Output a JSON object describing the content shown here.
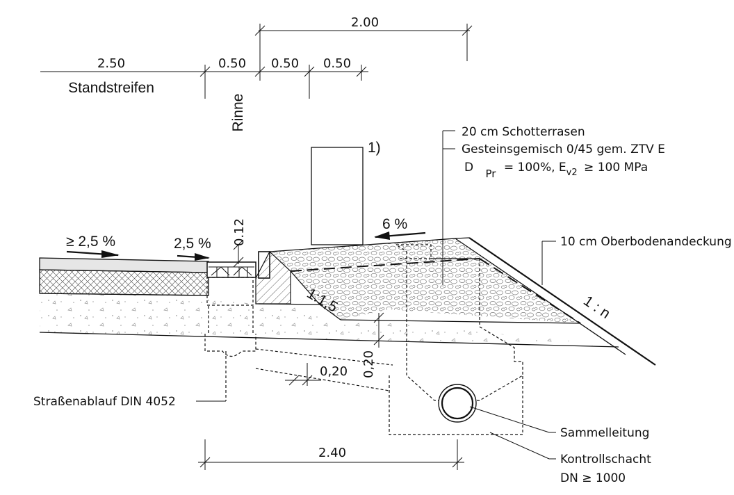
{
  "dimensions": {
    "top_total": "2.00",
    "standstreifen_width": "2.50",
    "rinne_width": "0.50",
    "seg_a": "0.50",
    "seg_b": "0.50",
    "bottom_total": "2.40",
    "curb_height": "0.12",
    "offset_h": "0,20",
    "offset_v": "0,20"
  },
  "labels": {
    "standstreifen": "Standstreifen",
    "rinne": "Rinne",
    "slope_left": "≥ 2,5 %",
    "slope_gutter": "2,5 %",
    "slope_verge": "6 %",
    "footnote": "1)",
    "embankment_ratio": "1:1,5",
    "side_slope": "1 : n"
  },
  "notes": {
    "schotter_line1": "20 cm Schotterrasen",
    "schotter_line2": "Gesteinsgemisch 0/45 gem. ZTV E",
    "schotter_line3_a": "D",
    "schotter_line3_sub": "Pr",
    "schotter_line3_b": "= 100%, E",
    "schotter_line3_sub2": "v2",
    "schotter_line3_c": "≥ 100 MPa",
    "oberboden": "10 cm Oberbodenandeckung",
    "strassenablauf": "Straßenablauf DIN 4052",
    "sammelleitung": "Sammelleitung",
    "kontrollschacht_1": "Kontrollschacht",
    "kontrollschacht_2": "DN ≥ 1000"
  }
}
